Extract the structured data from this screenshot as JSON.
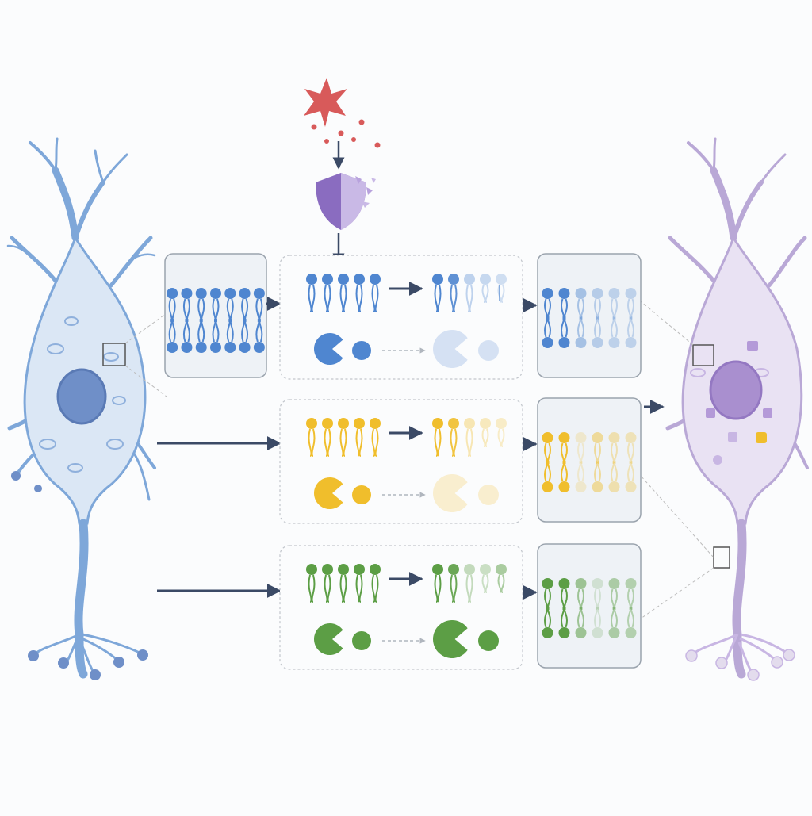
{
  "diagram": {
    "labels": [],
    "colors": {
      "healthy_neuron": "#7ea7d9",
      "healthy_neuron_fill": "#dbe7f5",
      "healthy_nucleus": "#6f8fc8",
      "damaged_neuron": "#b9a8d6",
      "damaged_neuron_fill": "#e9e2f3",
      "damaged_nucleus": "#a98fcf",
      "stressor": "#d85a5a",
      "shield": "#8a6cc0",
      "arrow": "#3b4a66",
      "row_blue": "#4f86d0",
      "row_yellow": "#f0be2c",
      "row_green": "#5c9e45",
      "panel_border": "#9aa3ad",
      "panel_fill": "#eef2f6"
    },
    "icons": [
      "stressor-star-icon",
      "radical-dots-icon",
      "breaking-shield-icon",
      "membrane-bilayer-icon",
      "phospholipid-icon",
      "enzyme-icon",
      "substrate-icon"
    ],
    "rows": [
      {
        "id": "blue",
        "color_key": "row_blue",
        "lipid_state": "degraded",
        "enzyme_state": "faded"
      },
      {
        "id": "yellow",
        "color_key": "row_yellow",
        "lipid_state": "degraded",
        "enzyme_state": "faded"
      },
      {
        "id": "green",
        "color_key": "row_green",
        "lipid_state": "partially-degraded",
        "enzyme_state": "intact"
      }
    ]
  }
}
